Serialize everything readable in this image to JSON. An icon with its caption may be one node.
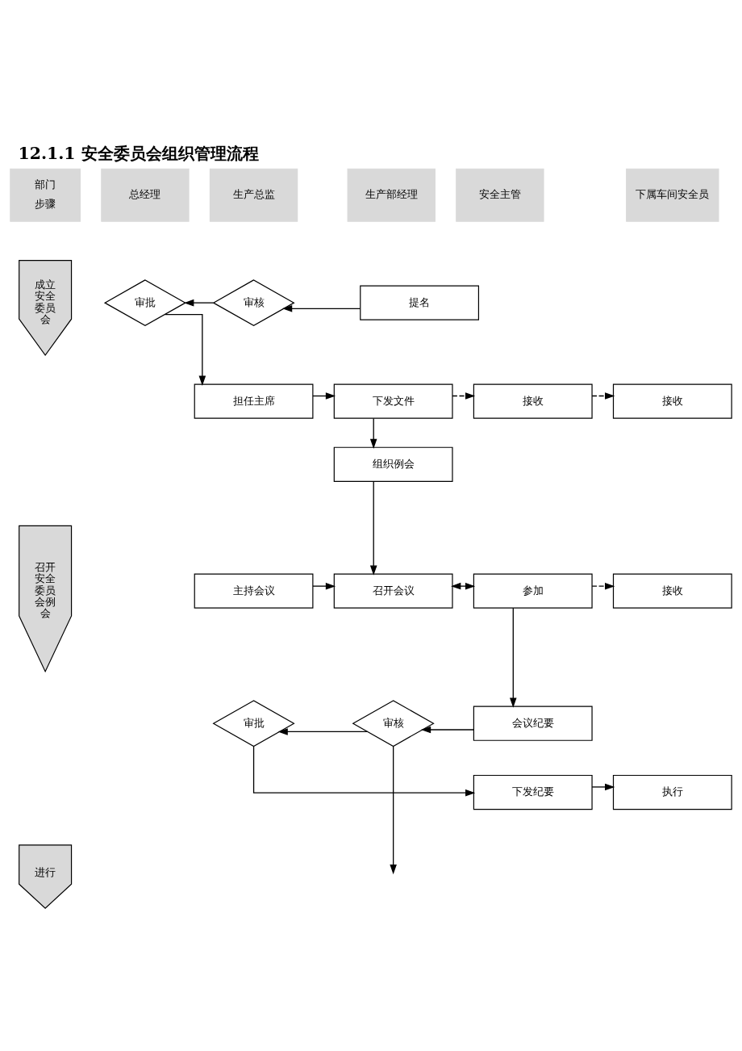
{
  "diagram": {
    "title": "12.1.1 安全委员会组织管理流程",
    "nodes": [
      {
        "text": [
          "部门",
          "步骤"
        ]
      },
      {
        "text": [
          "总经理"
        ]
      },
      {
        "text": [
          "生产总监"
        ]
      },
      {
        "text": [
          "生产部经理"
        ]
      },
      {
        "text": [
          "安全主管"
        ]
      },
      {
        "text": [
          "下属车间安全员"
        ]
      },
      {
        "text": [
          "成立安全委员会"
        ]
      },
      {
        "text": [
          "召开安全委员会例会"
        ]
      },
      {
        "text": [
          "进行"
        ]
      },
      {
        "text": [
          "审批"
        ]
      },
      {
        "text": [
          "审核"
        ]
      },
      {
        "text": [
          "提名"
        ]
      },
      {
        "text": [
          "担任主席"
        ]
      },
      {
        "text": [
          "下发文件"
        ]
      },
      {
        "text": [
          "接收"
        ]
      },
      {
        "text": [
          "接收"
        ]
      },
      {
        "text": [
          "组织例会"
        ]
      },
      {
        "text": [
          "主持会议"
        ]
      },
      {
        "text": [
          "召开会议"
        ]
      },
      {
        "text": [
          "参加"
        ]
      },
      {
        "text": [
          "接收"
        ]
      },
      {
        "text": [
          "审批"
        ]
      },
      {
        "text": [
          "审核"
        ]
      },
      {
        "text": [
          "会议纪要"
        ]
      },
      {
        "text": [
          "下发纪要"
        ]
      },
      {
        "text": [
          "执行"
        ]
      }
    ],
    "edges": [
      {
        "from": 11,
        "to": 10,
        "arrow": "to"
      },
      {
        "from": 10,
        "to": 9,
        "arrow": "to"
      },
      {
        "from": 9,
        "to": 12,
        "arrow": "to"
      },
      {
        "from": 12,
        "to": 13,
        "arrow": "to"
      },
      {
        "from": 13,
        "to": 14,
        "arrow": "to",
        "style": "dashed"
      },
      {
        "from": 14,
        "to": 15,
        "arrow": "to",
        "style": "dashed"
      },
      {
        "from": 13,
        "to": 16,
        "arrow": "to"
      },
      {
        "from": 16,
        "to": 18,
        "arrow": "to"
      },
      {
        "from": 17,
        "to": 18,
        "arrow": "to"
      },
      {
        "from": 18,
        "to": 19,
        "arrow": "both"
      },
      {
        "from": 19,
        "to": 20,
        "arrow": "to",
        "style": "dashed"
      },
      {
        "from": 19,
        "to": 23,
        "arrow": "to"
      },
      {
        "from": 23,
        "to": 22,
        "arrow": "to"
      },
      {
        "from": 22,
        "to": 21,
        "arrow": "to"
      },
      {
        "from": 21,
        "to": 24,
        "arrow": "to"
      },
      {
        "from": 24,
        "to": 25,
        "arrow": "to"
      },
      {
        "from": 22,
        "to": null,
        "arrow": "to"
      }
    ]
  }
}
